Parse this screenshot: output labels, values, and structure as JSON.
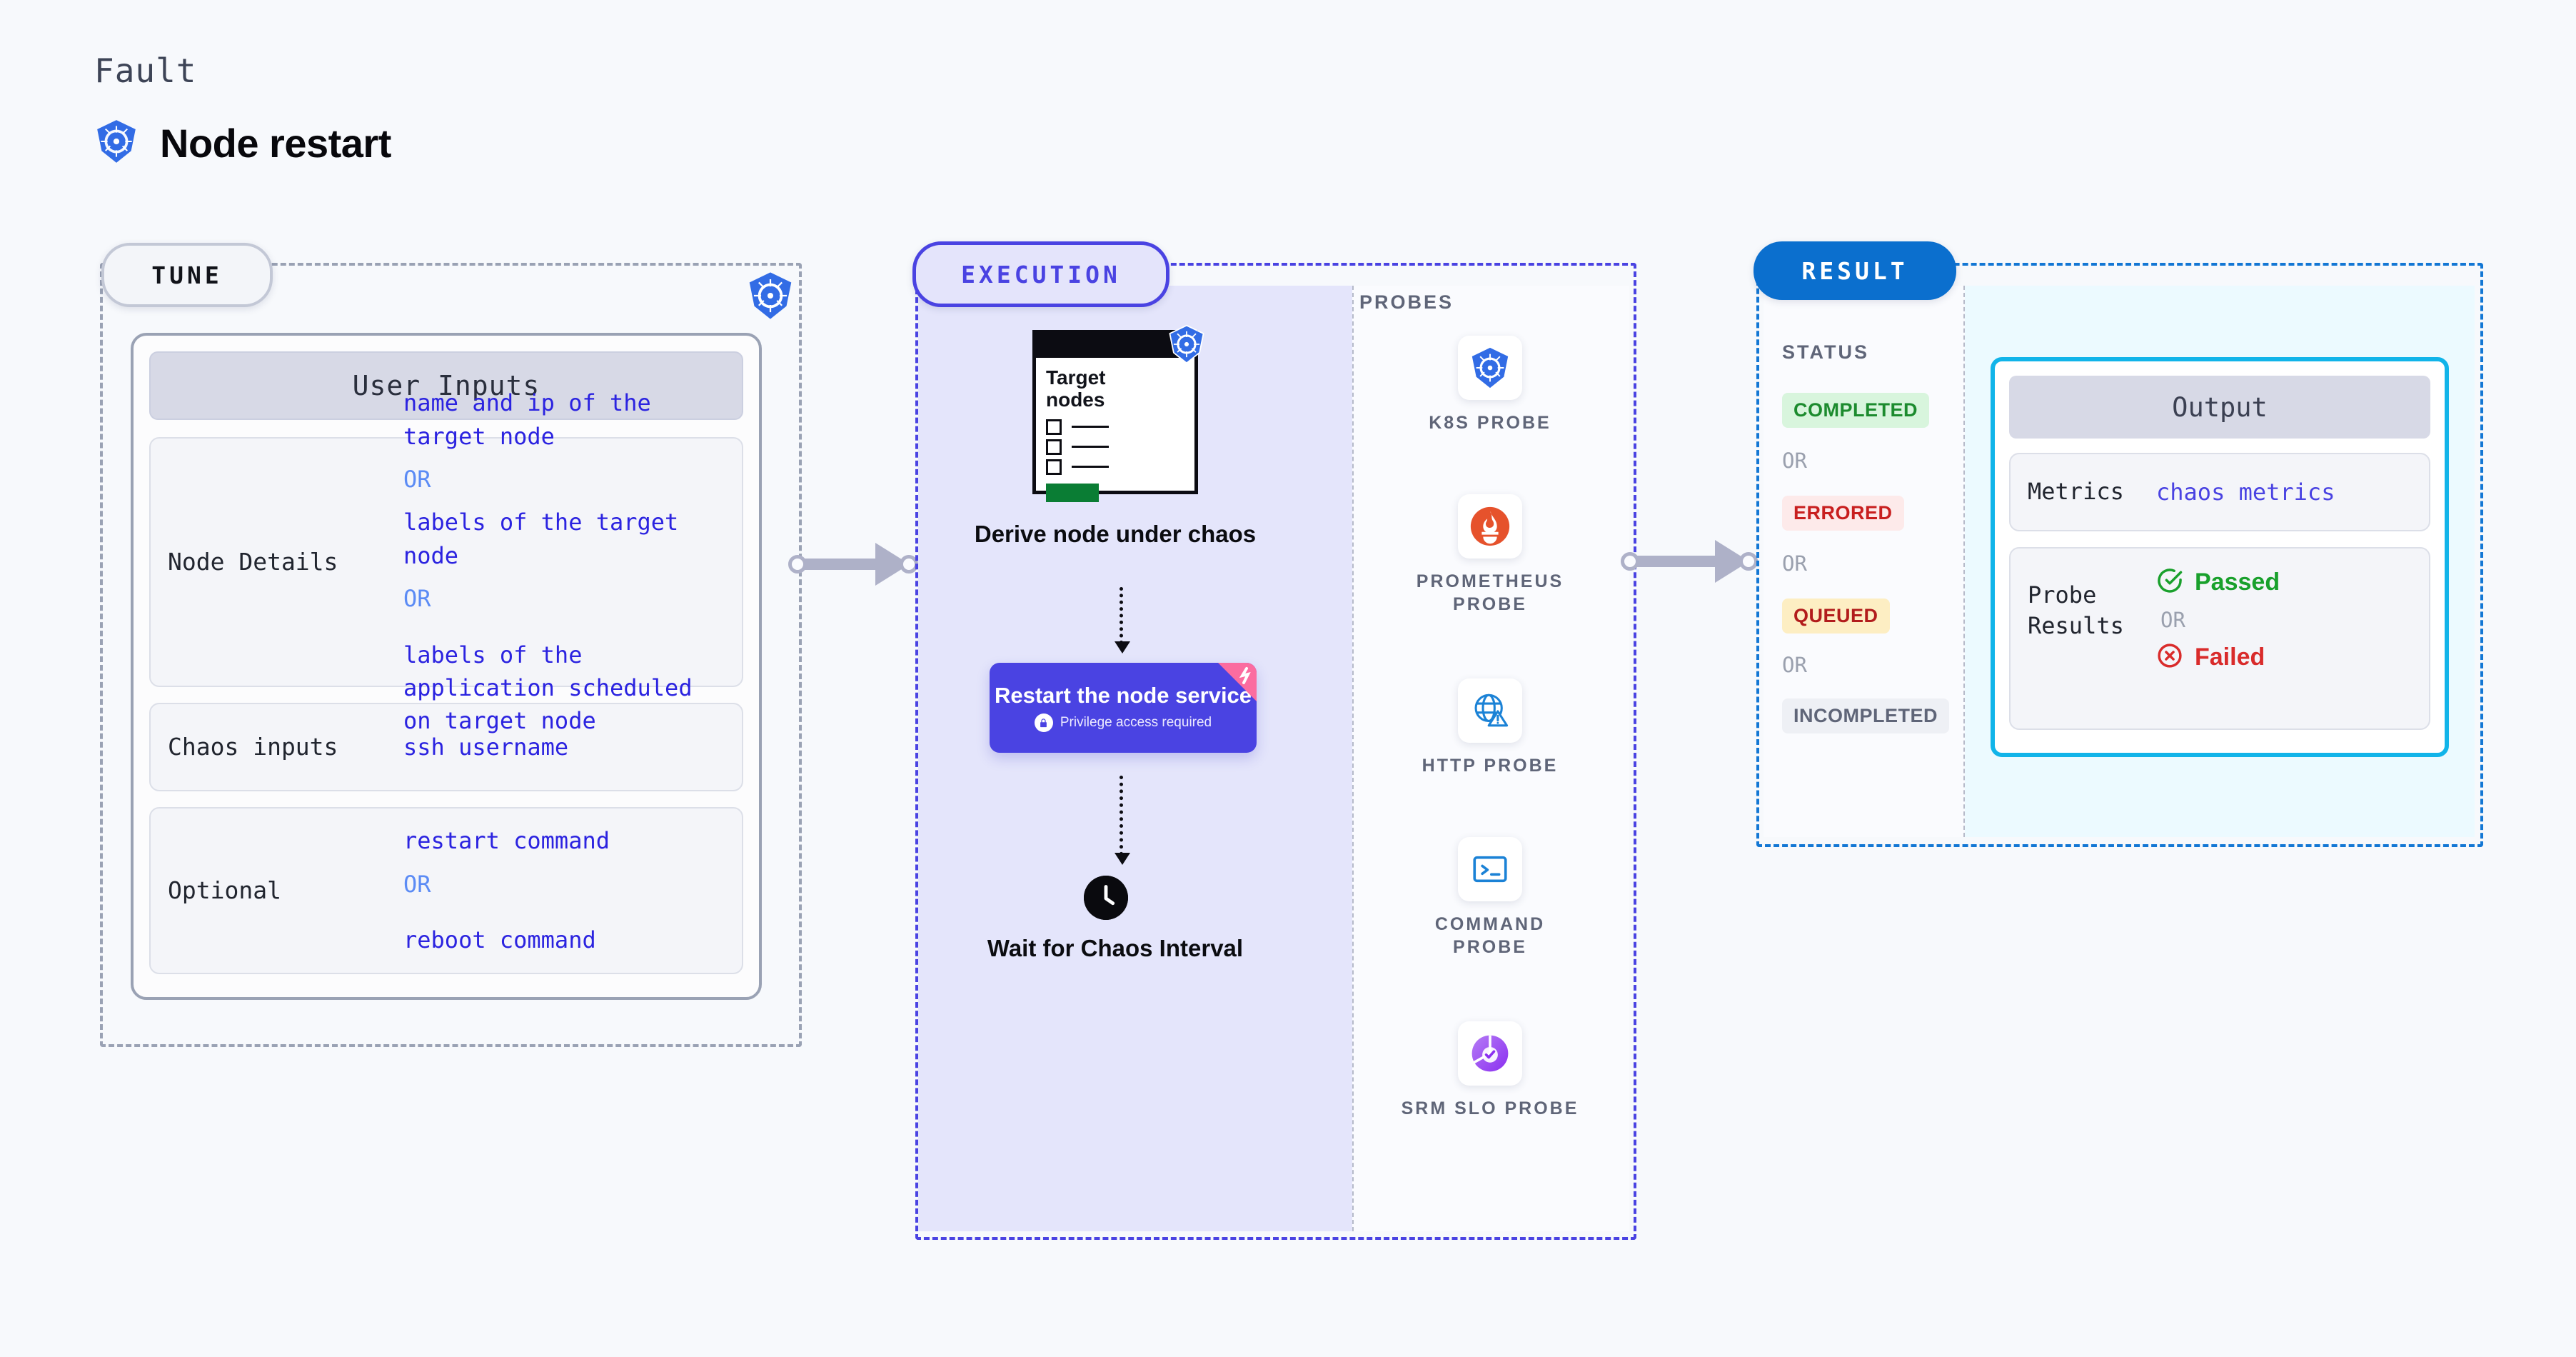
{
  "header": {
    "fault_label": "Fault",
    "title": "Node restart",
    "icon": "kubernetes-icon"
  },
  "tune": {
    "badge": "TUNE",
    "corner_icon": "kubernetes-icon",
    "card_title": "User Inputs",
    "rows": [
      {
        "key": "Node Details",
        "values": [
          "name and ip of the target node",
          "labels of the target node",
          "labels of the application scheduled on target node"
        ],
        "separator": "OR"
      },
      {
        "key": "Chaos inputs",
        "values": [
          "ssh username"
        ],
        "separator": ""
      },
      {
        "key": "Optional",
        "values": [
          "restart command",
          "reboot command"
        ],
        "separator": "OR"
      }
    ]
  },
  "execution": {
    "badge": "EXECUTION",
    "target_card": {
      "title_line1": "Target",
      "title_line2": "nodes",
      "icon": "kubernetes-icon",
      "checkbox_rows": 3,
      "accent_color": "#0a7d34"
    },
    "steps": [
      {
        "caption": "Derive node under chaos"
      },
      {
        "caption": "Restart the node service",
        "sublabel": "Privilege access required",
        "lock_icon": "lock-icon",
        "corner_badge": "fault-corner-icon",
        "color": "#4a43e2"
      },
      {
        "caption": "Wait for Chaos Interval",
        "icon": "clock-icon"
      }
    ],
    "probes_label": "PROBES",
    "probes": [
      {
        "name": "K8S PROBE",
        "icon": "kubernetes-icon"
      },
      {
        "name": "PROMETHEUS PROBE",
        "icon": "prometheus-icon"
      },
      {
        "name": "HTTP PROBE",
        "icon": "http-globe-icon"
      },
      {
        "name": "COMMAND PROBE",
        "icon": "terminal-icon"
      },
      {
        "name": "SRM SLO PROBE",
        "icon": "srm-slo-icon"
      }
    ]
  },
  "result": {
    "badge": "RESULT",
    "status_label": "STATUS",
    "status_values": [
      {
        "label": "COMPLETED",
        "bg": "#d8f5dd",
        "fg": "#1c8b2e"
      },
      {
        "label": "ERRORED",
        "bg": "#fdeaea",
        "fg": "#c81f1f"
      },
      {
        "label": "QUEUED",
        "bg": "#fdeec3",
        "fg": "#b21c1c"
      },
      {
        "label": "INCOMPLETED",
        "bg": "#eef0f5",
        "fg": "#5f6578"
      }
    ],
    "separator": "OR",
    "output": {
      "title": "Output",
      "rows": [
        {
          "key": "Metrics",
          "value": "chaos metrics"
        }
      ],
      "probe_results_key": "Probe Results",
      "passed": {
        "label": "Passed",
        "icon": "check-circle-icon",
        "color": "#19a02c"
      },
      "failed": {
        "label": "Failed",
        "icon": "x-circle-icon",
        "color": "#d92b2b"
      },
      "separator": "OR"
    }
  }
}
